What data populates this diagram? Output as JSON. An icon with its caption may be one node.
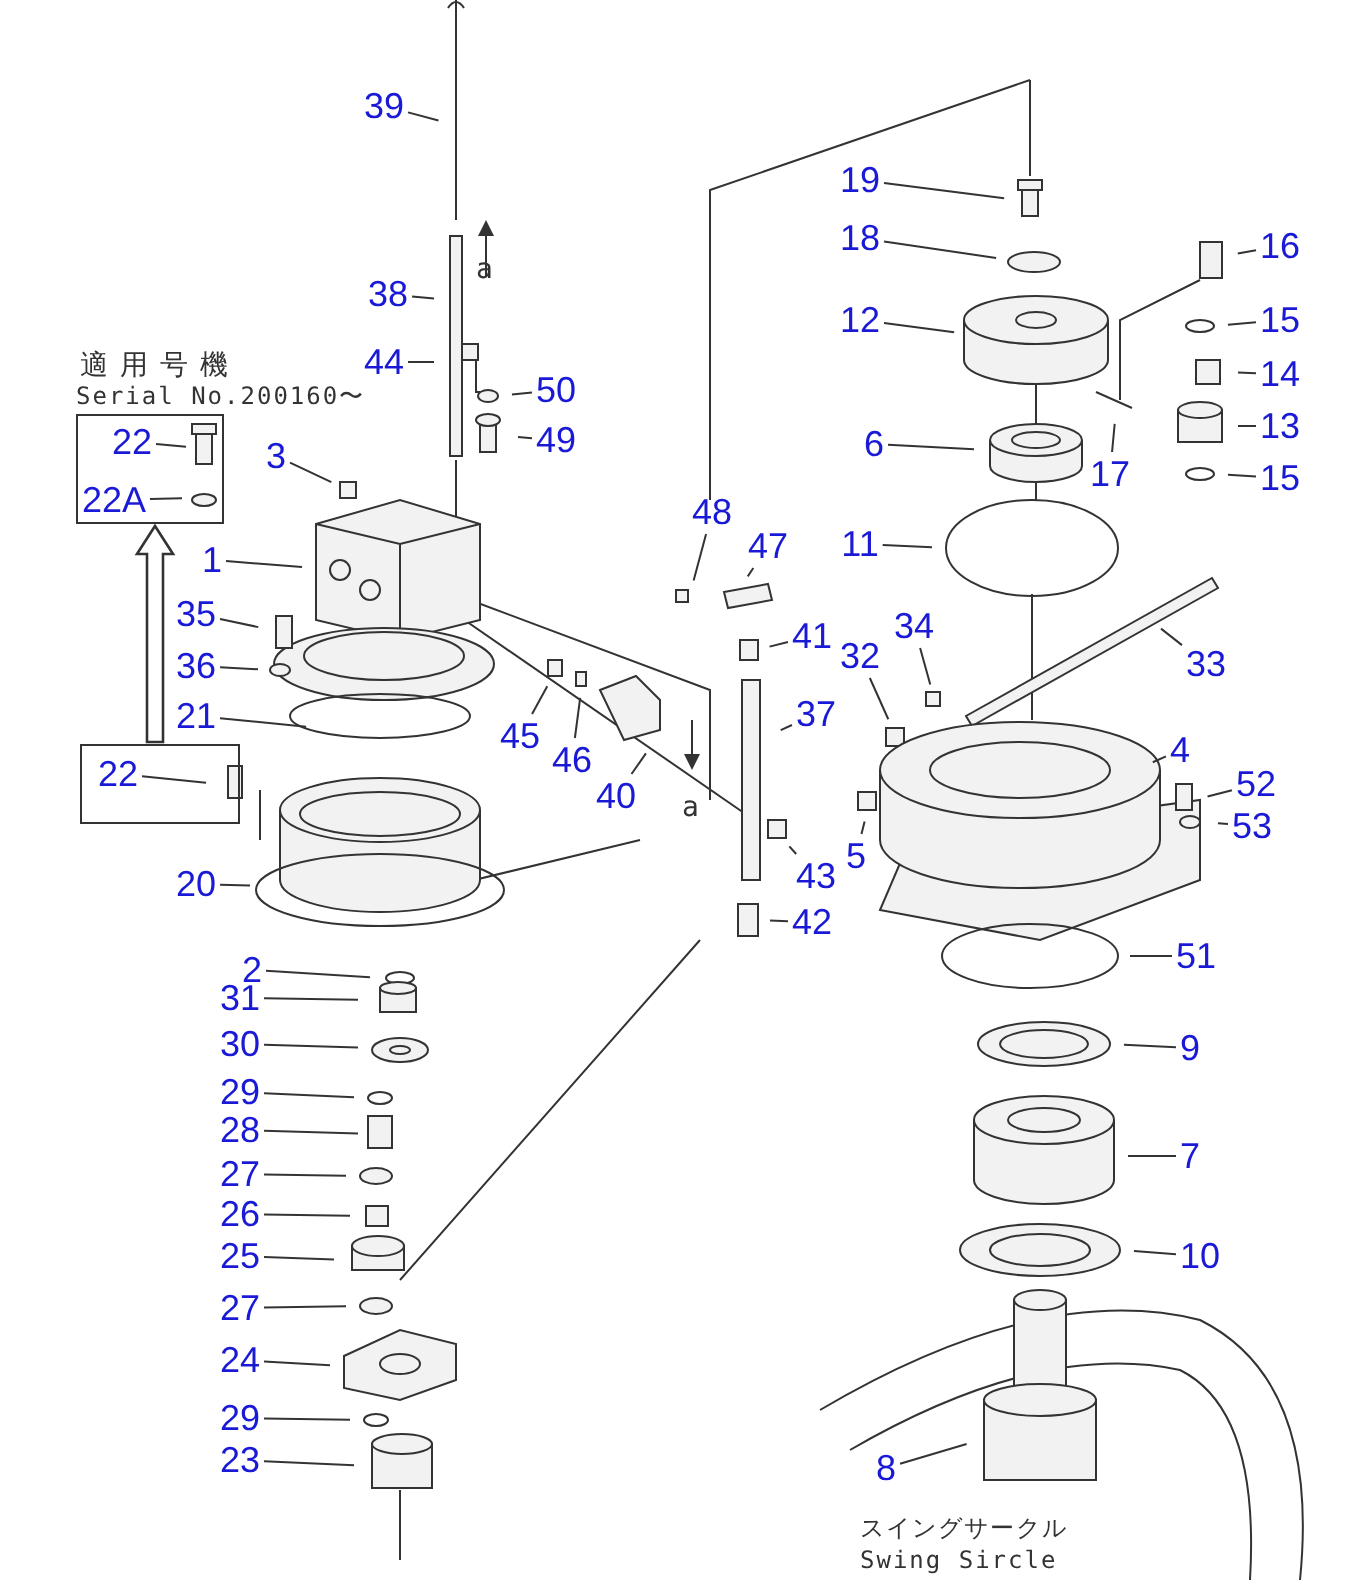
{
  "diagram": {
    "nodes": [
      {
        "text": [
          "39"
        ]
      },
      {
        "text": [
          "19"
        ]
      },
      {
        "text": [
          "16"
        ]
      },
      {
        "text": [
          "18"
        ]
      },
      {
        "text": [
          "12"
        ]
      },
      {
        "text": [
          "15"
        ]
      },
      {
        "text": [
          "14"
        ]
      },
      {
        "text": [
          "38"
        ]
      },
      {
        "text": [
          "44"
        ]
      },
      {
        "text": [
          "50"
        ]
      },
      {
        "text": [
          "49"
        ]
      },
      {
        "text": [
          "13"
        ]
      },
      {
        "text": [
          "6"
        ]
      },
      {
        "text": [
          "17"
        ]
      },
      {
        "text": [
          "15"
        ]
      },
      {
        "text": [],
        "shape": "box"
      },
      {
        "text": [
          "22"
        ],
        "in": 15
      },
      {
        "text": [
          "22A"
        ],
        "in": 15
      },
      {
        "text": [
          "3"
        ]
      },
      {
        "text": [
          "11"
        ]
      },
      {
        "text": [
          "48"
        ]
      },
      {
        "text": [
          "47"
        ]
      },
      {
        "text": [
          "1"
        ]
      },
      {
        "text": [
          "35"
        ]
      },
      {
        "text": [
          "41"
        ]
      },
      {
        "text": [
          "34"
        ]
      },
      {
        "text": [
          "33"
        ]
      },
      {
        "text": [
          "36"
        ]
      },
      {
        "text": [
          "32"
        ]
      },
      {
        "text": [
          "37"
        ]
      },
      {
        "text": [
          "45"
        ]
      },
      {
        "text": [
          "21"
        ]
      },
      {
        "text": [
          "46"
        ]
      },
      {
        "text": [],
        "shape": "box"
      },
      {
        "text": [
          "22"
        ],
        "in": 33
      },
      {
        "text": [
          "4"
        ]
      },
      {
        "text": [
          "52"
        ]
      },
      {
        "text": [
          "40"
        ]
      },
      {
        "text": [
          "53"
        ]
      },
      {
        "text": [
          "43"
        ]
      },
      {
        "text": [
          "5"
        ]
      },
      {
        "text": [
          "20"
        ]
      },
      {
        "text": [
          "42"
        ]
      },
      {
        "text": [
          "51"
        ]
      },
      {
        "text": [
          "2"
        ]
      },
      {
        "text": [
          "31"
        ]
      },
      {
        "text": [
          "30"
        ]
      },
      {
        "text": [
          "9"
        ]
      },
      {
        "text": [
          "29"
        ]
      },
      {
        "text": [
          "28"
        ]
      },
      {
        "text": [
          "7"
        ]
      },
      {
        "text": [
          "27"
        ]
      },
      {
        "text": [
          "26"
        ]
      },
      {
        "text": [
          "25"
        ]
      },
      {
        "text": [
          "10"
        ]
      },
      {
        "text": [
          "27"
        ]
      },
      {
        "text": [
          "24"
        ]
      },
      {
        "text": [
          "29"
        ]
      },
      {
        "text": [
          "23"
        ]
      },
      {
        "text": [
          "8"
        ]
      }
    ],
    "edges": [
      {
        "from": 0,
        "to": null,
        "arrow": "none"
      },
      {
        "from": 1,
        "to": null,
        "arrow": "none"
      },
      {
        "from": 2,
        "to": null,
        "arrow": "none"
      },
      {
        "from": 3,
        "to": null,
        "arrow": "none"
      },
      {
        "from": 4,
        "to": null,
        "arrow": "none"
      },
      {
        "from": 5,
        "to": null,
        "arrow": "none"
      },
      {
        "from": 6,
        "to": null,
        "arrow": "none"
      },
      {
        "from": 7,
        "to": null,
        "arrow": "none"
      },
      {
        "from": 8,
        "to": null,
        "arrow": "none"
      },
      {
        "from": 9,
        "to": null,
        "arrow": "none"
      },
      {
        "from": 10,
        "to": null,
        "arrow": "none"
      },
      {
        "from": 11,
        "to": null,
        "arrow": "none"
      },
      {
        "from": 12,
        "to": null,
        "arrow": "none"
      },
      {
        "from": 13,
        "to": null,
        "arrow": "none"
      },
      {
        "from": 14,
        "to": null,
        "arrow": "none"
      },
      {
        "from": 16,
        "to": null,
        "arrow": "none"
      },
      {
        "from": 17,
        "to": null,
        "arrow": "none"
      },
      {
        "from": 18,
        "to": null,
        "arrow": "none"
      },
      {
        "from": 19,
        "to": null,
        "arrow": "none"
      },
      {
        "from": 20,
        "to": null,
        "arrow": "none"
      },
      {
        "from": 21,
        "to": null,
        "arrow": "none"
      },
      {
        "from": 22,
        "to": null,
        "arrow": "none"
      },
      {
        "from": 23,
        "to": null,
        "arrow": "none"
      },
      {
        "from": 24,
        "to": null,
        "arrow": "none"
      },
      {
        "from": 25,
        "to": null,
        "arrow": "none"
      },
      {
        "from": 26,
        "to": null,
        "arrow": "none"
      },
      {
        "from": 27,
        "to": null,
        "arrow": "none"
      },
      {
        "from": 28,
        "to": null,
        "arrow": "none"
      },
      {
        "from": 29,
        "to": null,
        "arrow": "none"
      },
      {
        "from": 30,
        "to": null,
        "arrow": "none"
      },
      {
        "from": 31,
        "to": null,
        "arrow": "none"
      },
      {
        "from": 32,
        "to": null,
        "arrow": "none"
      },
      {
        "from": 34,
        "to": null,
        "arrow": "none"
      },
      {
        "from": 35,
        "to": null,
        "arrow": "none"
      },
      {
        "from": 36,
        "to": null,
        "arrow": "none"
      },
      {
        "from": 37,
        "to": null,
        "arrow": "none"
      },
      {
        "from": 38,
        "to": null,
        "arrow": "none"
      },
      {
        "from": 39,
        "to": null,
        "arrow": "none"
      },
      {
        "from": 40,
        "to": null,
        "arrow": "none"
      },
      {
        "from": 41,
        "to": null,
        "arrow": "none"
      },
      {
        "from": 42,
        "to": null,
        "arrow": "none"
      },
      {
        "from": 43,
        "to": null,
        "arrow": "none"
      },
      {
        "from": 44,
        "to": null,
        "arrow": "none"
      },
      {
        "from": 45,
        "to": null,
        "arrow": "none"
      },
      {
        "from": 46,
        "to": null,
        "arrow": "none"
      },
      {
        "from": 47,
        "to": null,
        "arrow": "none"
      },
      {
        "from": 48,
        "to": null,
        "arrow": "none"
      },
      {
        "from": 49,
        "to": null,
        "arrow": "none"
      },
      {
        "from": 50,
        "to": null,
        "arrow": "none"
      },
      {
        "from": 51,
        "to": null,
        "arrow": "none"
      },
      {
        "from": 52,
        "to": null,
        "arrow": "none"
      },
      {
        "from": 53,
        "to": null,
        "arrow": "none"
      },
      {
        "from": 54,
        "to": null,
        "arrow": "none"
      },
      {
        "from": 55,
        "to": null,
        "arrow": "none"
      },
      {
        "from": 56,
        "to": null,
        "arrow": "none"
      },
      {
        "from": 57,
        "to": null,
        "arrow": "none"
      },
      {
        "from": 58,
        "to": null,
        "arrow": "none"
      },
      {
        "from": 59,
        "to": null,
        "arrow": "none"
      },
      {
        "from": 33,
        "to": 15,
        "arrow": "to",
        "style": "thick"
      }
    ],
    "labels": [
      "適用号機",
      "Serial No.200160〜",
      "a",
      "a",
      "スイングサークル",
      "Swing Sircle"
    ]
  }
}
